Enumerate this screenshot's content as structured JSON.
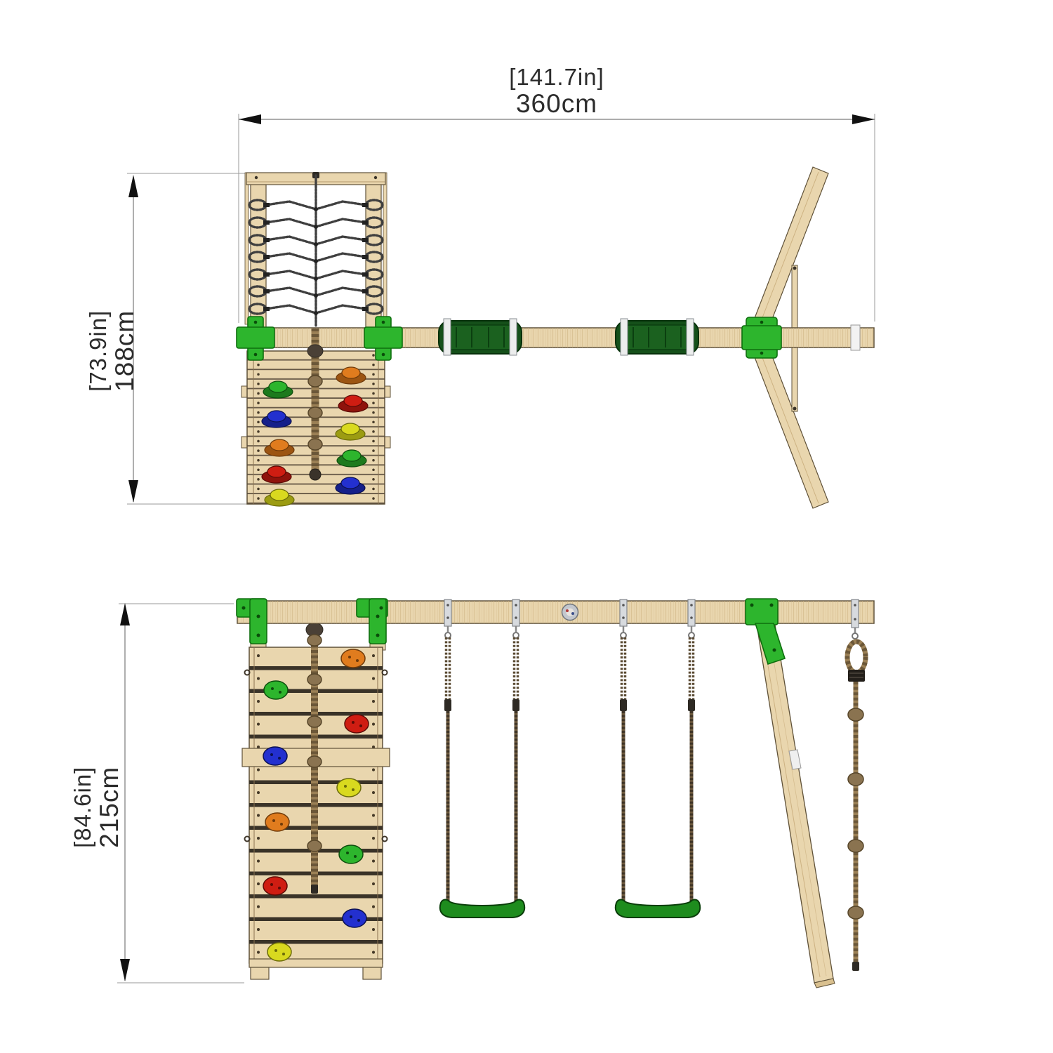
{
  "title": "Wooden swing set with climbing wall and rope - dimension diagram, top and front views",
  "dimensions": {
    "width": {
      "inches": "[141.7in]",
      "cm": "360cm"
    },
    "depth": {
      "inches": "[73.9in]",
      "cm": "188cm"
    },
    "height": {
      "inches": "[84.6in]",
      "cm": "215cm"
    }
  },
  "colors": {
    "background": "#ffffff",
    "wood": "#e9d6ae",
    "wood_grain": "#cdb282",
    "wood_outline": "#5f5138",
    "bracket_green": "#2db52d",
    "bracket_green_dark": "#0e6e0e",
    "seat_green": "#1e8c1e",
    "seat_green_plan": "#15501a",
    "rope_brown": "#9b8055",
    "rope_brown_dark": "#6b5738",
    "net_rope_gray": "#3f3f3f",
    "metal": "#d7dade",
    "dimension_line": "#7a7a7a",
    "text": "#2c2c2c",
    "hold_red": "#cf1d12",
    "hold_green": "#2db52d",
    "hold_blue": "#2330cf",
    "hold_orange": "#e07c1e",
    "hold_yellow": "#d9d91f"
  }
}
